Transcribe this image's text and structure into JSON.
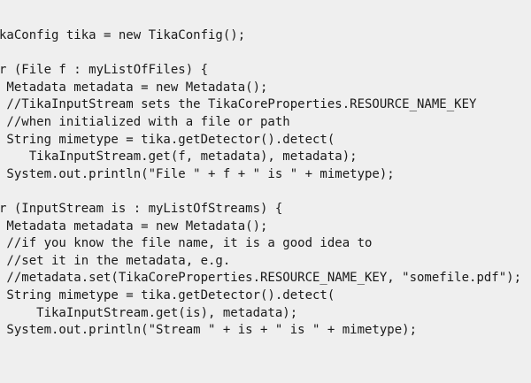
{
  "app": {
    "kind": "code-snippet-view",
    "background_color": "#efefef",
    "text_color": "#1a1a1a"
  },
  "code": {
    "language": "java",
    "description": "Apache Tika detection example, left edge clipped",
    "lines": [
      "kaConfig tika = new TikaConfig();",
      "",
      "r (File f : myListOfFiles) {",
      " Metadata metadata = new Metadata();",
      " //TikaInputStream sets the TikaCoreProperties.RESOURCE_NAME_KEY",
      " //when initialized with a file or path",
      " String mimetype = tika.getDetector().detect(",
      "    TikaInputStream.get(f, metadata), metadata);",
      " System.out.println(\"File \" + f + \" is \" + mimetype);",
      "",
      "r (InputStream is : myListOfStreams) {",
      " Metadata metadata = new Metadata();",
      " //if you know the file name, it is a good idea to",
      " //set it in the metadata, e.g.",
      " //metadata.set(TikaCoreProperties.RESOURCE_NAME_KEY, \"somefile.pdf\");",
      " String mimetype = tika.getDetector().detect(",
      "     TikaInputStream.get(is), metadata);",
      " System.out.println(\"Stream \" + is + \" is \" + mimetype);"
    ]
  }
}
